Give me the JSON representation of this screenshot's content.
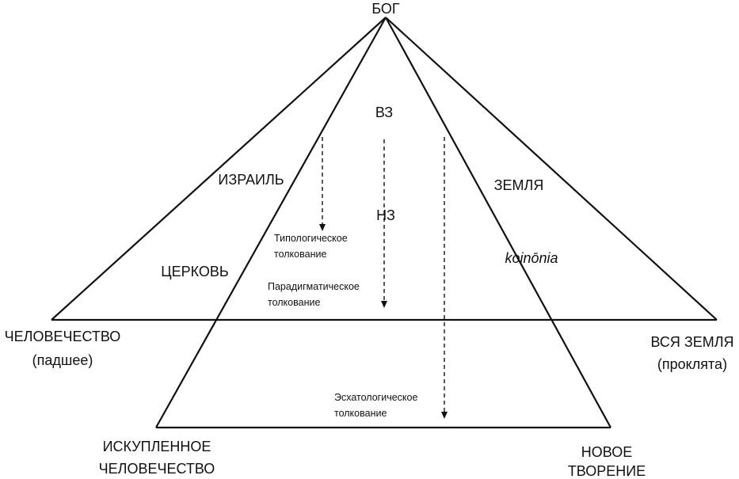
{
  "labels": {
    "top": "БОГ",
    "ot": "ВЗ",
    "nt": "НЗ",
    "israel": "ИЗРАИЛЬ",
    "earth": "ЗЕМЛЯ",
    "church": "ЦЕРКОВЬ",
    "koinonia": "koinōnia",
    "typological_1": "Типологическое",
    "typological_2": "толкование",
    "paradigmatic_1": "Парадигматическое",
    "paradigmatic_2": "толкование",
    "eschatological_1": "Эсхатологическое",
    "eschatological_2": "толкование",
    "humanity_1": "ЧЕЛОВЕЧЕСТВО",
    "humanity_2": "(падшее)",
    "whole_earth_1": "ВСЯ ЗЕМЛЯ",
    "whole_earth_2": "(проклята)",
    "redeemed_1": "ИСКУПЛЕННОЕ",
    "redeemed_2": "ЧЕЛОВЕЧЕСТВО",
    "new_creation_1": "НОВОЕ",
    "new_creation_2": "ТВОРЕНИЕ"
  }
}
